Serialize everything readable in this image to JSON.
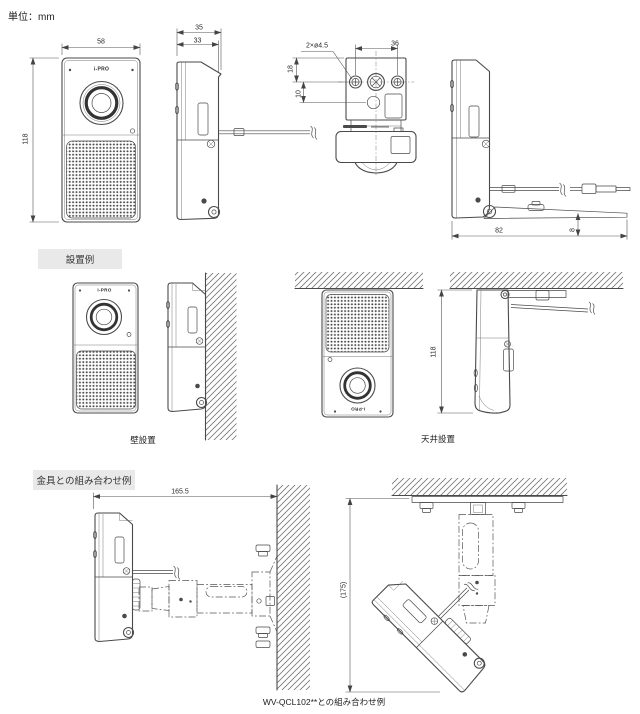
{
  "unit_label": "単位：mm",
  "brand": "i-PRO",
  "colors": {
    "line": "#4a4a4a",
    "dimension": "#555555",
    "header_bg": "#e9e9e9"
  },
  "headers": {
    "installation": "設置例",
    "bracket": "金具との組み合わせ例"
  },
  "captions": {
    "wall": "壁設置",
    "ceiling": "天井設置",
    "bracket_combo": "WV-QCL102**との組み合わせ例"
  },
  "dimensions": {
    "front_width": "58",
    "front_height": "118",
    "depth_total": "35",
    "depth_body": "33",
    "mount_holes": "2×ø4.5",
    "hole_span": "36",
    "hole_offset_top": "18",
    "hole_offset_mid": "10",
    "base_length": "82",
    "base_height": "8",
    "ceiling_height": "118",
    "wall_bracket_length": "165.5",
    "ceiling_bracket_height": "(175)"
  }
}
